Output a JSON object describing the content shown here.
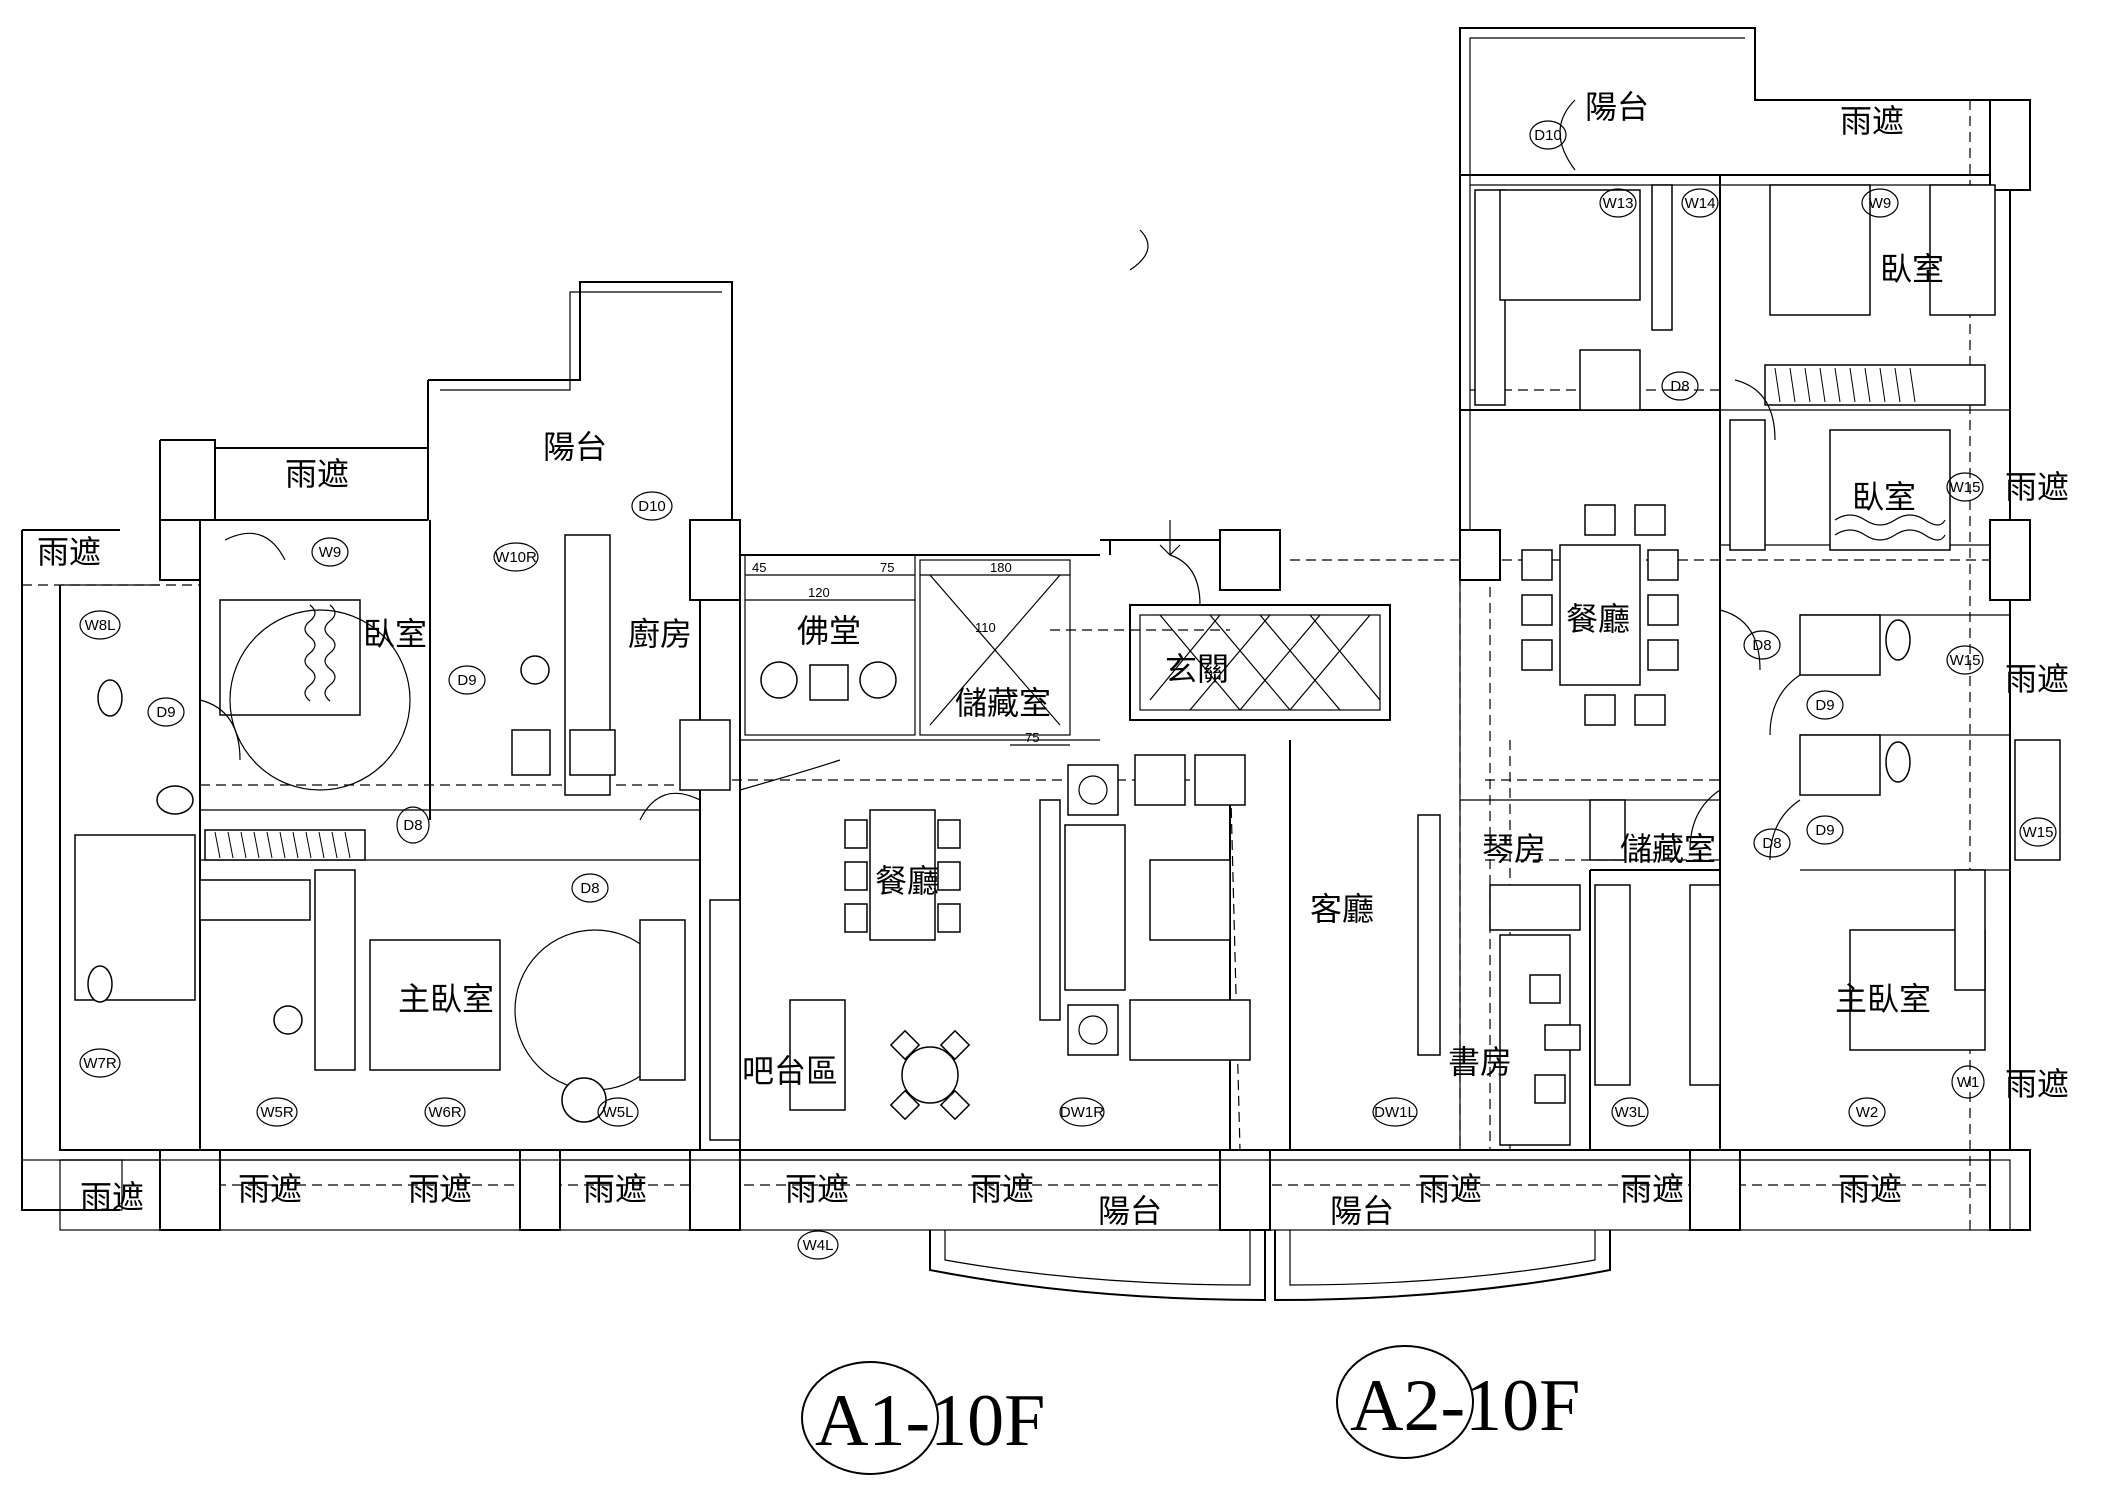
{
  "plan": {
    "rooms": {
      "canopy_top_left": "雨遮",
      "canopy_left": "雨遮",
      "balcony_a1_top": "陽台",
      "bedroom_a1": "臥室",
      "kitchen_a1": "廚房",
      "shrine_a1": "佛堂",
      "storage_a1": "儲藏室",
      "entrance_a1": "玄關",
      "dining_a1": "餐廳",
      "master_a1": "主臥室",
      "bar_a1": "吧台區",
      "living_a2": "客廳",
      "balcony_a2_top": "陽台",
      "canopy_a2_top": "雨遮",
      "bedroom_a2_top": "臥室",
      "bedroom_a2_mid": "臥室",
      "dining_a2": "餐廳",
      "piano_a2": "琴房",
      "storage_a2": "儲藏室",
      "study_a2": "書房",
      "master_a2": "主臥室",
      "canopy_right_1": "雨遮",
      "canopy_right_2": "雨遮",
      "canopy_right_3": "雨遮",
      "balcony_bottom_a1": "陽台",
      "balcony_bottom_a2": "陽台"
    },
    "bottom_canopies": [
      "雨遮",
      "雨遮",
      "雨遮",
      "雨遮",
      "雨遮",
      "雨遮",
      "雨遮",
      "雨遮",
      "雨遮"
    ],
    "tags": {
      "w9_a1": "W9",
      "d10_a1": "D10",
      "w10r": "W10R",
      "w8l": "W8L",
      "d9_a1a": "D9",
      "d9_a1b": "D9",
      "d8_a1a": "D8",
      "d8_a1b": "D8",
      "w7r": "W7R",
      "w5r": "W5R",
      "w6r": "W6R",
      "w5l": "W5L",
      "dw1r": "DW1R",
      "w4l": "W4L",
      "dw1l": "DW1L",
      "d10_a2": "D10",
      "w13": "W13",
      "w14": "W14",
      "w9_a2": "W9",
      "d8_a2a": "D8",
      "w15a": "W15",
      "d8_a2b": "D8",
      "w15b": "W15",
      "d9_a2a": "D9",
      "d9_a2b": "D9",
      "d8_a2c": "D8",
      "w15c": "W15",
      "w3l": "W3L",
      "w2": "W2",
      "w1": "W1"
    },
    "dimensions": {
      "d45": "45",
      "d120": "120",
      "d75a": "75",
      "d180": "180",
      "d110": "110",
      "d75b": "75"
    },
    "titles": {
      "a1": "A1-10F",
      "a2": "A2-10F"
    }
  }
}
